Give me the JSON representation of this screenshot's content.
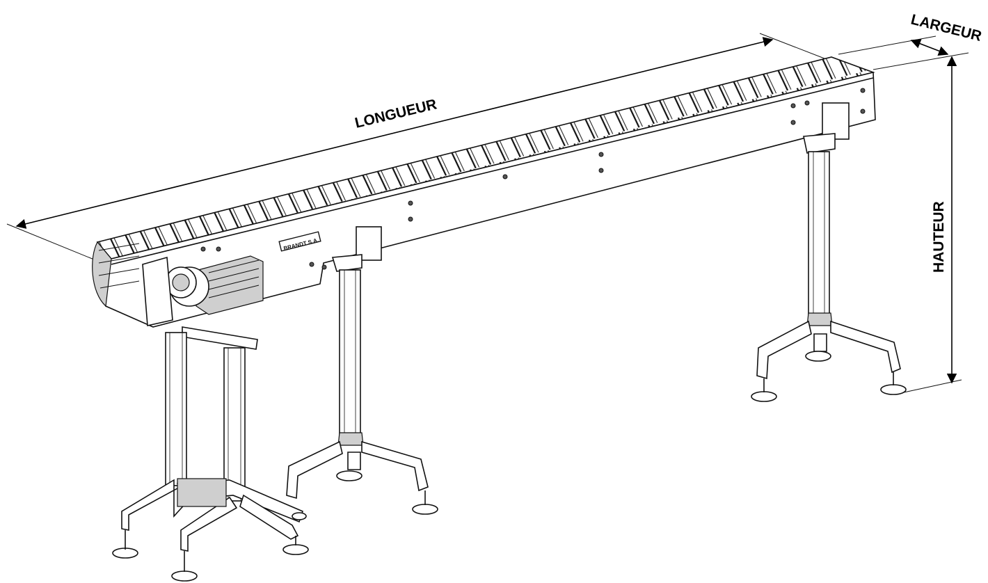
{
  "labels": {
    "length": "LONGUEUR",
    "width": "LARGEUR",
    "height": "HAUTEUR",
    "nameplate": "BRANDT S.A."
  },
  "colors": {
    "line": "#111111",
    "background": "#ffffff",
    "shading": "#cfcfcf"
  }
}
